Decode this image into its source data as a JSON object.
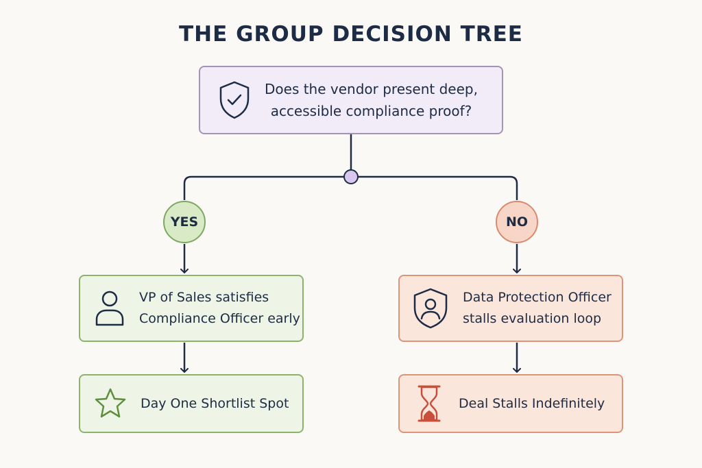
{
  "title": "THE GROUP DECISION TREE",
  "question": {
    "line1": "Does the vendor present deep,",
    "line2": "accessible compliance proof?",
    "icon": "shield-check-icon"
  },
  "branches": {
    "yes": {
      "label": "YES",
      "step": {
        "line1": "VP of Sales satisfies",
        "line2": "Compliance Officer early",
        "icon": "person-icon"
      },
      "outcome": {
        "label": "Day One Shortlist Spot",
        "icon": "star-icon"
      }
    },
    "no": {
      "label": "NO",
      "step": {
        "line1": "Data Protection Officer",
        "line2": "stalls evaluation loop",
        "icon": "shield-person-icon"
      },
      "outcome": {
        "label": "Deal Stalls Indefinitely",
        "icon": "hourglass-icon"
      }
    }
  },
  "colors": {
    "ink": "#1d2b44",
    "question_fill": "#f2ecf8",
    "yes_fill": "#eef5e6",
    "yes_accent": "#8ab36c",
    "no_fill": "#fbe6dc",
    "no_accent": "#dd9478",
    "junction": "#d8c8ee"
  }
}
